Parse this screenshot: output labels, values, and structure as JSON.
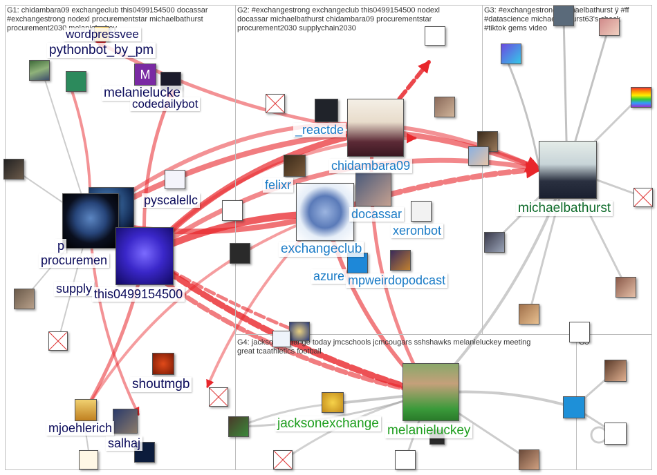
{
  "colors": {
    "group1_label": "#0a0a5a",
    "group2_label": "#1a7bc6",
    "group3_label": "#0e6b2a",
    "group4_label": "#1e9e1e",
    "edge_red": "#e8262b",
    "edge_gray": "#9a9a9a"
  },
  "groups": [
    {
      "id": "G1",
      "text": "G1: chidambara09 exchangeclub this0499154500 docassar\n#exchangestrong nodexl procurementstar michaelbathurst\nprocurement2030 melanieluckey"
    },
    {
      "id": "G2",
      "text": "G2: #exchangestrong exchangeclub this0499154500 nodexl\ndocassar michaelbathurst chidambara09 procurementstar\nprocurement2030 supplychain2030"
    },
    {
      "id": "G3",
      "text": "G3: #exchangestrong michaelbathurst ÿ #ff\n#datascience michaelbathurst63's check\n#tiktok gems video"
    },
    {
      "id": "G4",
      "text": "G4: jacksonexchange today jmcschools jcmcougars sshshawks melanieluckey meeting\ngreat tcaathletics football"
    },
    {
      "id": "G5",
      "text": "G5"
    }
  ],
  "labels": {
    "wordpressvee": "wordpressvee",
    "pythonbot_by_pm": "pythonbot_by_pm",
    "melanielucke": "melanielucke",
    "codedailybot": "codedailybot",
    "pyscalellc": "pyscalellc",
    "procurement_p": "p",
    "procurement": "procuremen",
    "supply": "supply",
    "this0499154500": "this0499154500",
    "shoutmgb": "shoutmgb",
    "mjoehlerich": "mjoehlerich",
    "salhaj": "salhaj",
    "reactde": "_reactde",
    "chidambara09": "chidambara09",
    "felixr": "felixr",
    "docassar": "docassar",
    "exchangeclub": "exchangeclub",
    "xeronbot": "xeronbot",
    "azure": "azure",
    "mpweirdopodcast": "mpweirdopodcast",
    "michaelbathurst": "michaelbathurst",
    "jacksonexchange": "jacksonexchange",
    "melanieluckey": "melanieluckey"
  }
}
